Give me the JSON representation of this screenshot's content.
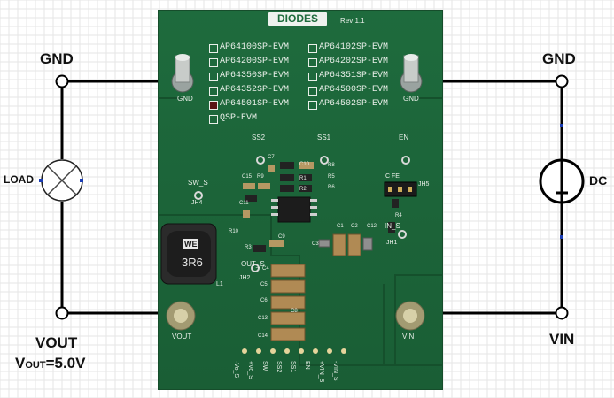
{
  "left_labels": {
    "gnd": "GND",
    "load": "LOAD",
    "vout": "VOUT",
    "vout_spec_prefix": "V",
    "vout_spec_sub": "OUT",
    "vout_spec_value": "=5.0V"
  },
  "right_labels": {
    "gnd": "GND",
    "dc": "DC",
    "vin": "VIN"
  },
  "board": {
    "logo": "DIODES",
    "rev": "Rev 1.1",
    "variants_left": [
      "AP64100SP-EVM",
      "AP64200SP-EVM",
      "AP64350SP-EVM",
      "AP64352SP-EVM",
      "AP64501SP-EVM",
      "QSP-EVM"
    ],
    "variants_right": [
      "AP64102SP-EVM",
      "AP64202SP-EVM",
      "AP64351SP-EVM",
      "AP64500SP-EVM",
      "AP64502SP-EVM"
    ],
    "checked_variant": "AP64501SP-EVM",
    "post_gnd_left": "GND",
    "post_gnd_right": "GND",
    "post_vout": "VOUT",
    "post_vin": "VIN",
    "ss2": "SS2",
    "ss1": "SS1",
    "en": "EN",
    "sw_s": "SW_S",
    "jh4": "JH4",
    "in_s": "IN_S",
    "jh1": "JH1",
    "out_s": "OUT_S",
    "jh2": "JH2",
    "jh5": "JH5",
    "jh5_marks": "C  FE",
    "l1": "L1",
    "inductor": "3R6",
    "we_logo": "WE",
    "refs": {
      "c7": "C7",
      "c10": "C10",
      "r8": "R8",
      "c15": "C15",
      "r9": "R9",
      "r1": "R1",
      "r2": "R2",
      "r5": "R5",
      "r6": "R6",
      "c11": "C11",
      "r4": "R4",
      "r10": "R10",
      "r3": "R3",
      "c9": "C9",
      "c1": "C1",
      "c2": "C2",
      "c12": "C12",
      "c3": "C3",
      "c4": "C4",
      "c5": "C5",
      "c6": "C6",
      "c13": "C13",
      "c14": "C14",
      "c8": "C8"
    },
    "header_pins": [
      "-Vo_S",
      "+Vo_S",
      "SW",
      "SS2",
      "SS1",
      "EN",
      "+VIN_S",
      "-VIN_S"
    ]
  }
}
